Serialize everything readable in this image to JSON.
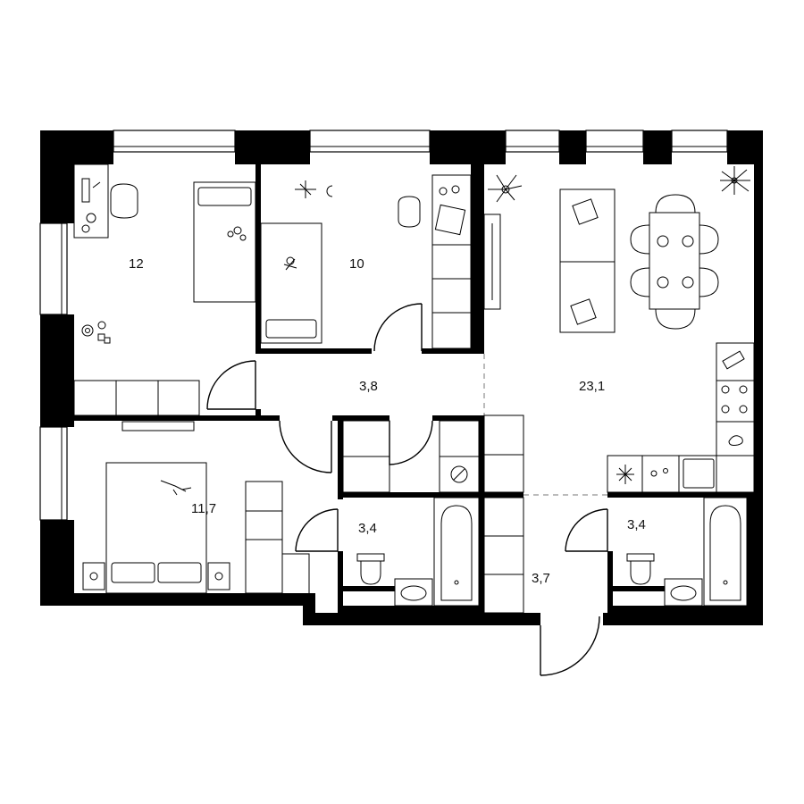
{
  "rooms": [
    {
      "id": "bedroom-1",
      "area": "12"
    },
    {
      "id": "kids-room",
      "area": "10"
    },
    {
      "id": "hallway",
      "area": "3,8"
    },
    {
      "id": "living-kitchen",
      "area": "23,1"
    },
    {
      "id": "bedroom-2",
      "area": "11,7"
    },
    {
      "id": "bathroom-1",
      "area": "3,4"
    },
    {
      "id": "bathroom-2",
      "area": "3,4"
    },
    {
      "id": "entrance-hall",
      "area": "3,7"
    }
  ],
  "icons": {
    "plant": "plant-icon",
    "snowflake": "snowflake-icon",
    "toys": "toy-icon"
  }
}
